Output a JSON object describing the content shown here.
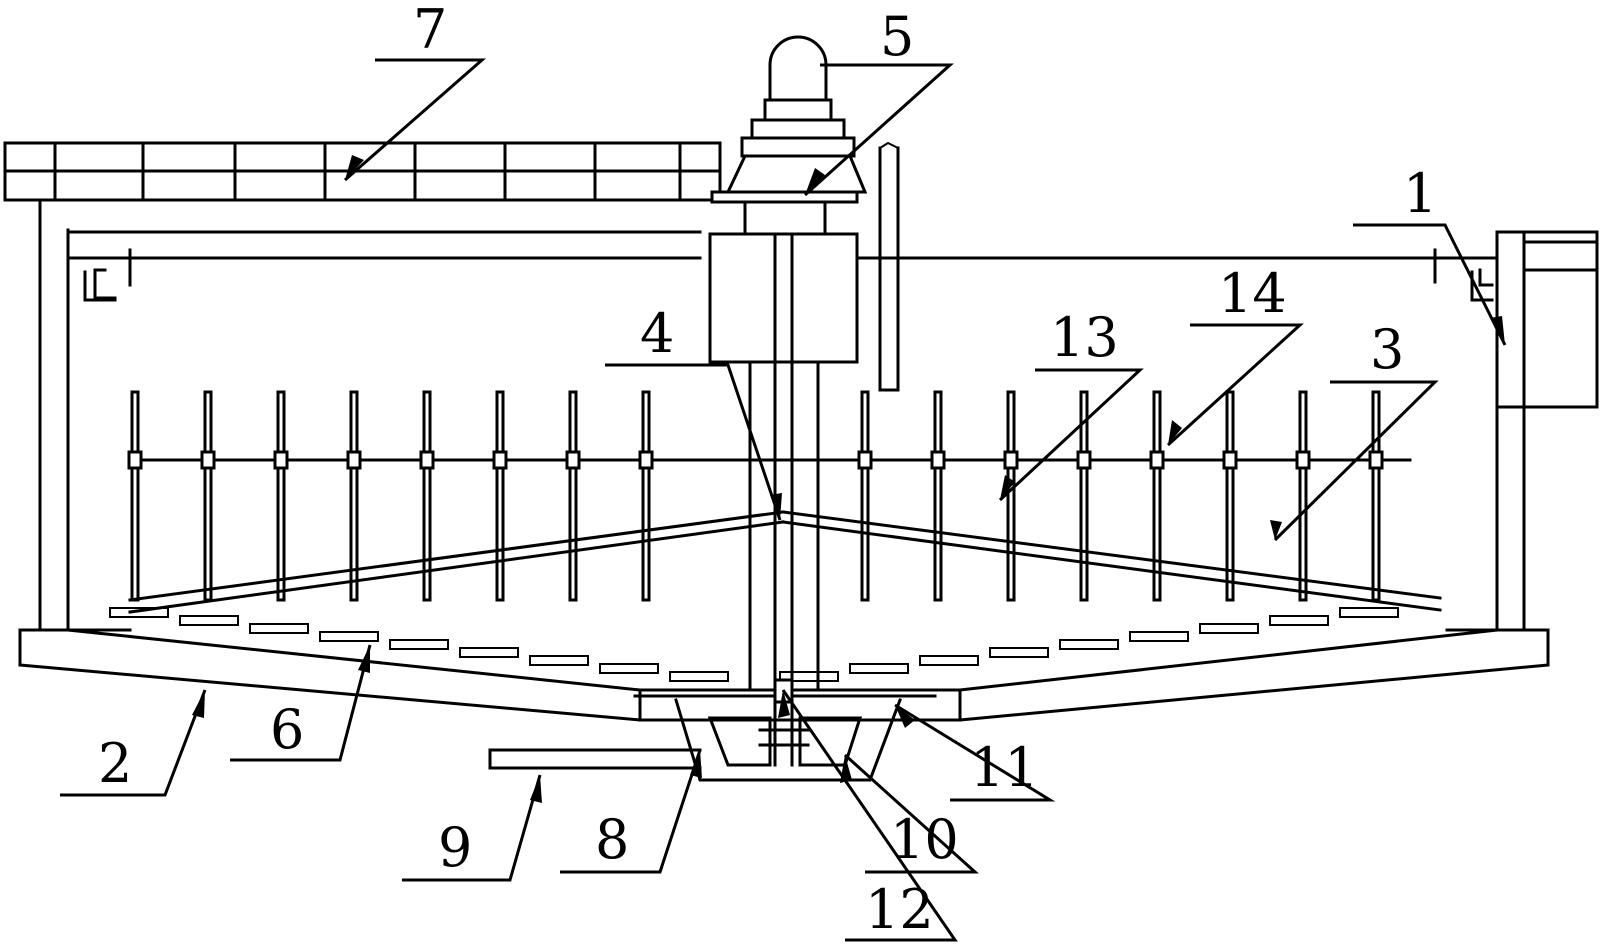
{
  "callouts": [
    {
      "id": "1",
      "text": "1"
    },
    {
      "id": "2",
      "text": "2"
    },
    {
      "id": "3",
      "text": "3"
    },
    {
      "id": "4",
      "text": "4"
    },
    {
      "id": "5",
      "text": "5"
    },
    {
      "id": "6",
      "text": "6"
    },
    {
      "id": "7",
      "text": "7"
    },
    {
      "id": "8",
      "text": "8"
    },
    {
      "id": "9",
      "text": "9"
    },
    {
      "id": "10",
      "text": "10"
    },
    {
      "id": "11",
      "text": "11"
    },
    {
      "id": "12",
      "text": "12"
    },
    {
      "id": "13",
      "text": "13"
    },
    {
      "id": "14",
      "text": "14"
    }
  ],
  "stroke_color": "#000000",
  "background_color": "#ffffff"
}
